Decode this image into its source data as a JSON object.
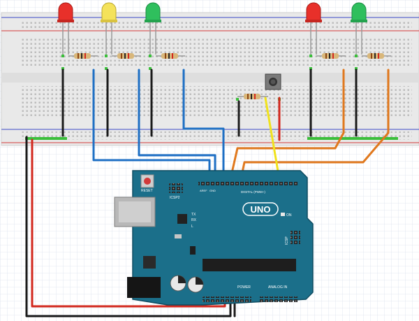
{
  "board": {
    "logo": "UNO",
    "reset_label": "RESET",
    "icsp2_label": "ICSP2",
    "icsp_label": "ICSP",
    "tx_label": "TX",
    "rx_label": "RX",
    "on_label": "ON",
    "l_label": "L",
    "digital_label": "DIGITAL (PWM~)",
    "power_label": "POWER",
    "analog_label": "ANALOG IN",
    "aref_label": "AREF",
    "gnd_label": "GND"
  },
  "colors": {
    "grid": "#dbe1ee",
    "breadboard": "#e9e9e9",
    "board": "#1b6f8a",
    "wire_blue": "#1e6fc4",
    "wire_orange": "#e0781d",
    "wire_yellow": "#f0e21c",
    "wire_red": "#d2281e",
    "wire_black": "#1a1a1a",
    "led_red": "#e8302a",
    "led_yellow": "#f4e25a",
    "led_green": "#2fbf5d"
  },
  "leds": [
    {
      "color": "red"
    },
    {
      "color": "yellow"
    },
    {
      "color": "green"
    },
    {
      "color": "red"
    },
    {
      "color": "green"
    }
  ],
  "components": {
    "resistor_count": 6,
    "button_count": 1
  }
}
